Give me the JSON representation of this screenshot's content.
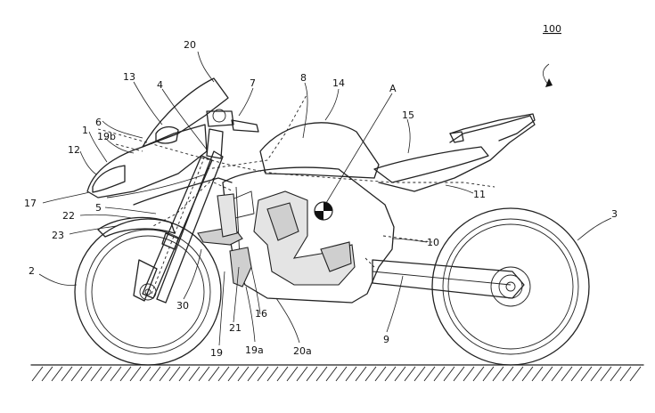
{
  "figure": {
    "reference_number": "100",
    "point_label": "A",
    "labels": [
      {
        "id": "1",
        "text": "1"
      },
      {
        "id": "2",
        "text": "2"
      },
      {
        "id": "3",
        "text": "3"
      },
      {
        "id": "4",
        "text": "4"
      },
      {
        "id": "5",
        "text": "5"
      },
      {
        "id": "6",
        "text": "6"
      },
      {
        "id": "7",
        "text": "7"
      },
      {
        "id": "8",
        "text": "8"
      },
      {
        "id": "9",
        "text": "9"
      },
      {
        "id": "10",
        "text": "10"
      },
      {
        "id": "11",
        "text": "11"
      },
      {
        "id": "12",
        "text": "12"
      },
      {
        "id": "13",
        "text": "13"
      },
      {
        "id": "14",
        "text": "14"
      },
      {
        "id": "15",
        "text": "15"
      },
      {
        "id": "16",
        "text": "16"
      },
      {
        "id": "17",
        "text": "17"
      },
      {
        "id": "19",
        "text": "19"
      },
      {
        "id": "19a",
        "text": "19a"
      },
      {
        "id": "19b",
        "text": "19b"
      },
      {
        "id": "20",
        "text": "20"
      },
      {
        "id": "20a",
        "text": "20a"
      },
      {
        "id": "21",
        "text": "21"
      },
      {
        "id": "22",
        "text": "22"
      },
      {
        "id": "23",
        "text": "23"
      },
      {
        "id": "30",
        "text": "30"
      }
    ]
  }
}
